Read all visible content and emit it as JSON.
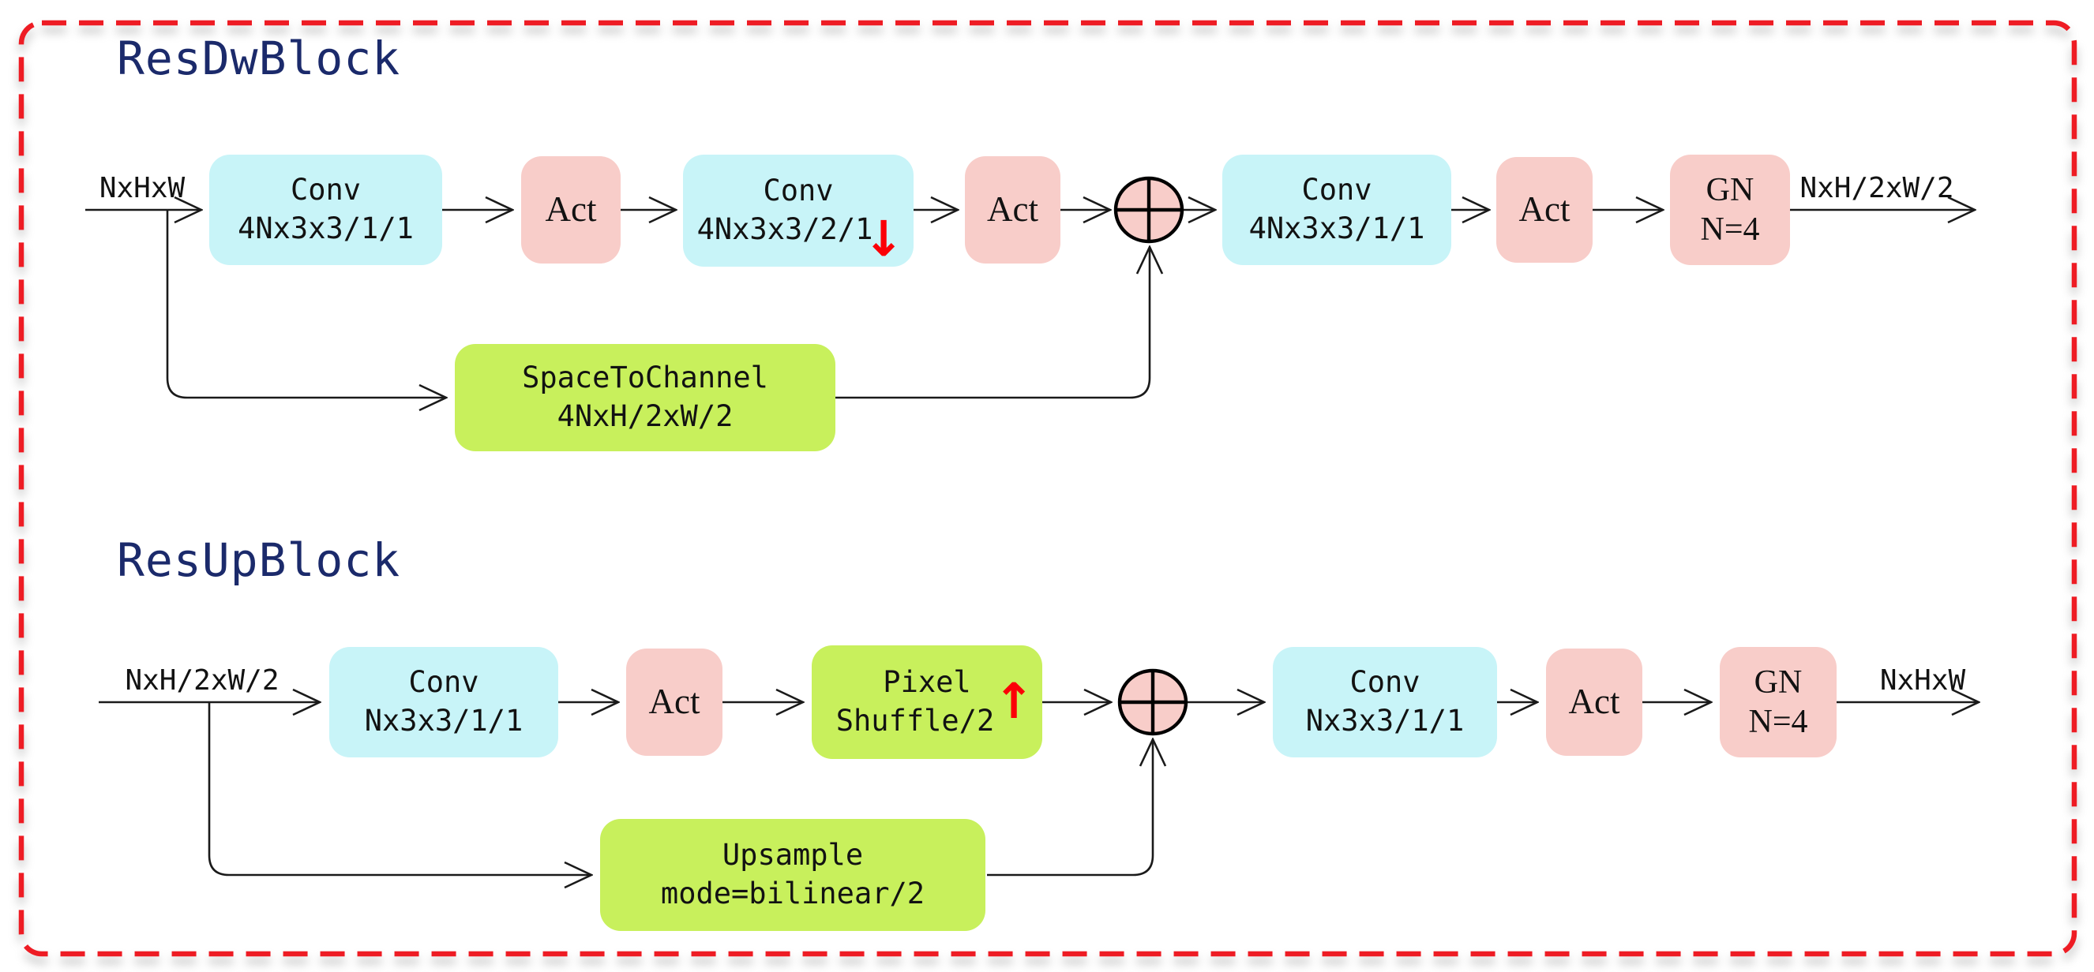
{
  "diagram": {
    "colors": {
      "border_red": "#ee1c24",
      "conv_cyan": "#c8f4f8",
      "act_pink": "#f8cdc9",
      "skip_green": "#c8f05c",
      "title_navy": "#1b2a6b",
      "line_black": "#1a1a1a",
      "arrow_red": "#fb0007"
    },
    "blocks": [
      {
        "title": "ResDwBlock",
        "input_label": "NxHxW",
        "output_label": "NxH/2xW/2",
        "conv1": {
          "name": "Conv",
          "params": "4Nx3x3/1/1"
        },
        "act1": {
          "label": "Act"
        },
        "conv2": {
          "name": "Conv",
          "params": "4Nx3x3/2/1",
          "arrow": "↓"
        },
        "act2": {
          "label": "Act"
        },
        "conv3": {
          "name": "Conv",
          "params": "4Nx3x3/1/1"
        },
        "act3": {
          "label": "Act"
        },
        "gn": {
          "name": "GN",
          "params": "N=4"
        },
        "skip": {
          "name": "SpaceToChannel",
          "params": "4NxH/2xW/2"
        }
      },
      {
        "title": "ResUpBlock",
        "input_label": "NxH/2xW/2",
        "output_label": "NxHxW",
        "conv1": {
          "name": "Conv",
          "params": "Nx3x3/1/1"
        },
        "act1": {
          "label": "Act"
        },
        "shuffle": {
          "name": "Pixel",
          "params": "Shuffle/2",
          "arrow": "↑"
        },
        "conv2": {
          "name": "Conv",
          "params": "Nx3x3/1/1"
        },
        "act2": {
          "label": "Act"
        },
        "gn": {
          "name": "GN",
          "params": "N=4"
        },
        "skip": {
          "name": "Upsample",
          "params": "mode=bilinear/2"
        }
      }
    ]
  }
}
